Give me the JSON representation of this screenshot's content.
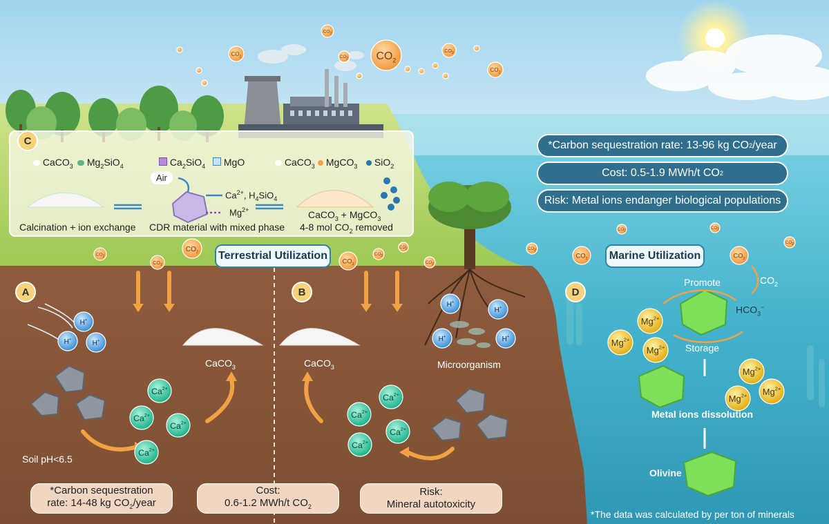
{
  "panels": {
    "a": {
      "letter": "A"
    },
    "b": {
      "letter": "B"
    },
    "c": {
      "letter": "C"
    },
    "d": {
      "letter": "D"
    }
  },
  "labels": {
    "terrestrial": "Terrestrial Utilization",
    "marine": "Marine Utilization"
  },
  "panel_c": {
    "legend": {
      "caco3": "CaCO",
      "mg2sio4": "Mg",
      "ca2sio4": "Ca",
      "mgo": "MgO",
      "caco3_2": "CaCO",
      "mgco3": "MgCO",
      "sio2": "SiO"
    },
    "air": "Air",
    "ca_h4sio4": "Ca",
    "mg": "Mg",
    "step1": "Calcination + ion exchange",
    "step2": "CDR material with mixed phase",
    "step3_products": "CaCO",
    "step3_removed": "4-8 mol CO"
  },
  "panel_a": {
    "h1": "H",
    "h2": "H",
    "h3": "H",
    "caco3": "CaCO",
    "ca": "Ca",
    "soil_ph": "Soil pH<6.5",
    "rate_line1": "*Carbon sequestration",
    "rate_line2": "rate: 14-48 kg CO"
  },
  "panel_b": {
    "caco3": "CaCO",
    "microorganism": "Microorganism",
    "ca": "Ca",
    "h": "H",
    "cost_line1": "Cost:",
    "cost_line2": "0.6-1.2 MWh/t CO",
    "risk_line1": "Risk:",
    "risk_line2": "Mineral autotoxicity"
  },
  "panel_d": {
    "promote": "Promote",
    "co2": "CO",
    "hco3": "HCO",
    "storage": "Storage",
    "mg": "Mg",
    "dissolution": "Metal ions dissolution",
    "olivine": "Olivine",
    "note": "*The data was calculated by per ton of minerals"
  },
  "marine_stats": {
    "rate": "*Carbon sequestration rate: 13-96 kg CO",
    "rate_unit": "/year",
    "cost": "Cost: 0.5-1.9 MWh/t CO",
    "risk": "Risk: Metal ions endanger biological populations"
  },
  "co2_bubble": "CO",
  "colors": {
    "sky": "#bfe3f2",
    "soil": "#8b5a3c",
    "sea": "#3fb1c9",
    "grass": "#b8d86a",
    "pill": "#2f6f8d",
    "ca_ion": "#3fc9a3",
    "mg_ion": "#f2c230",
    "h_ion": "#5aa9e0"
  }
}
